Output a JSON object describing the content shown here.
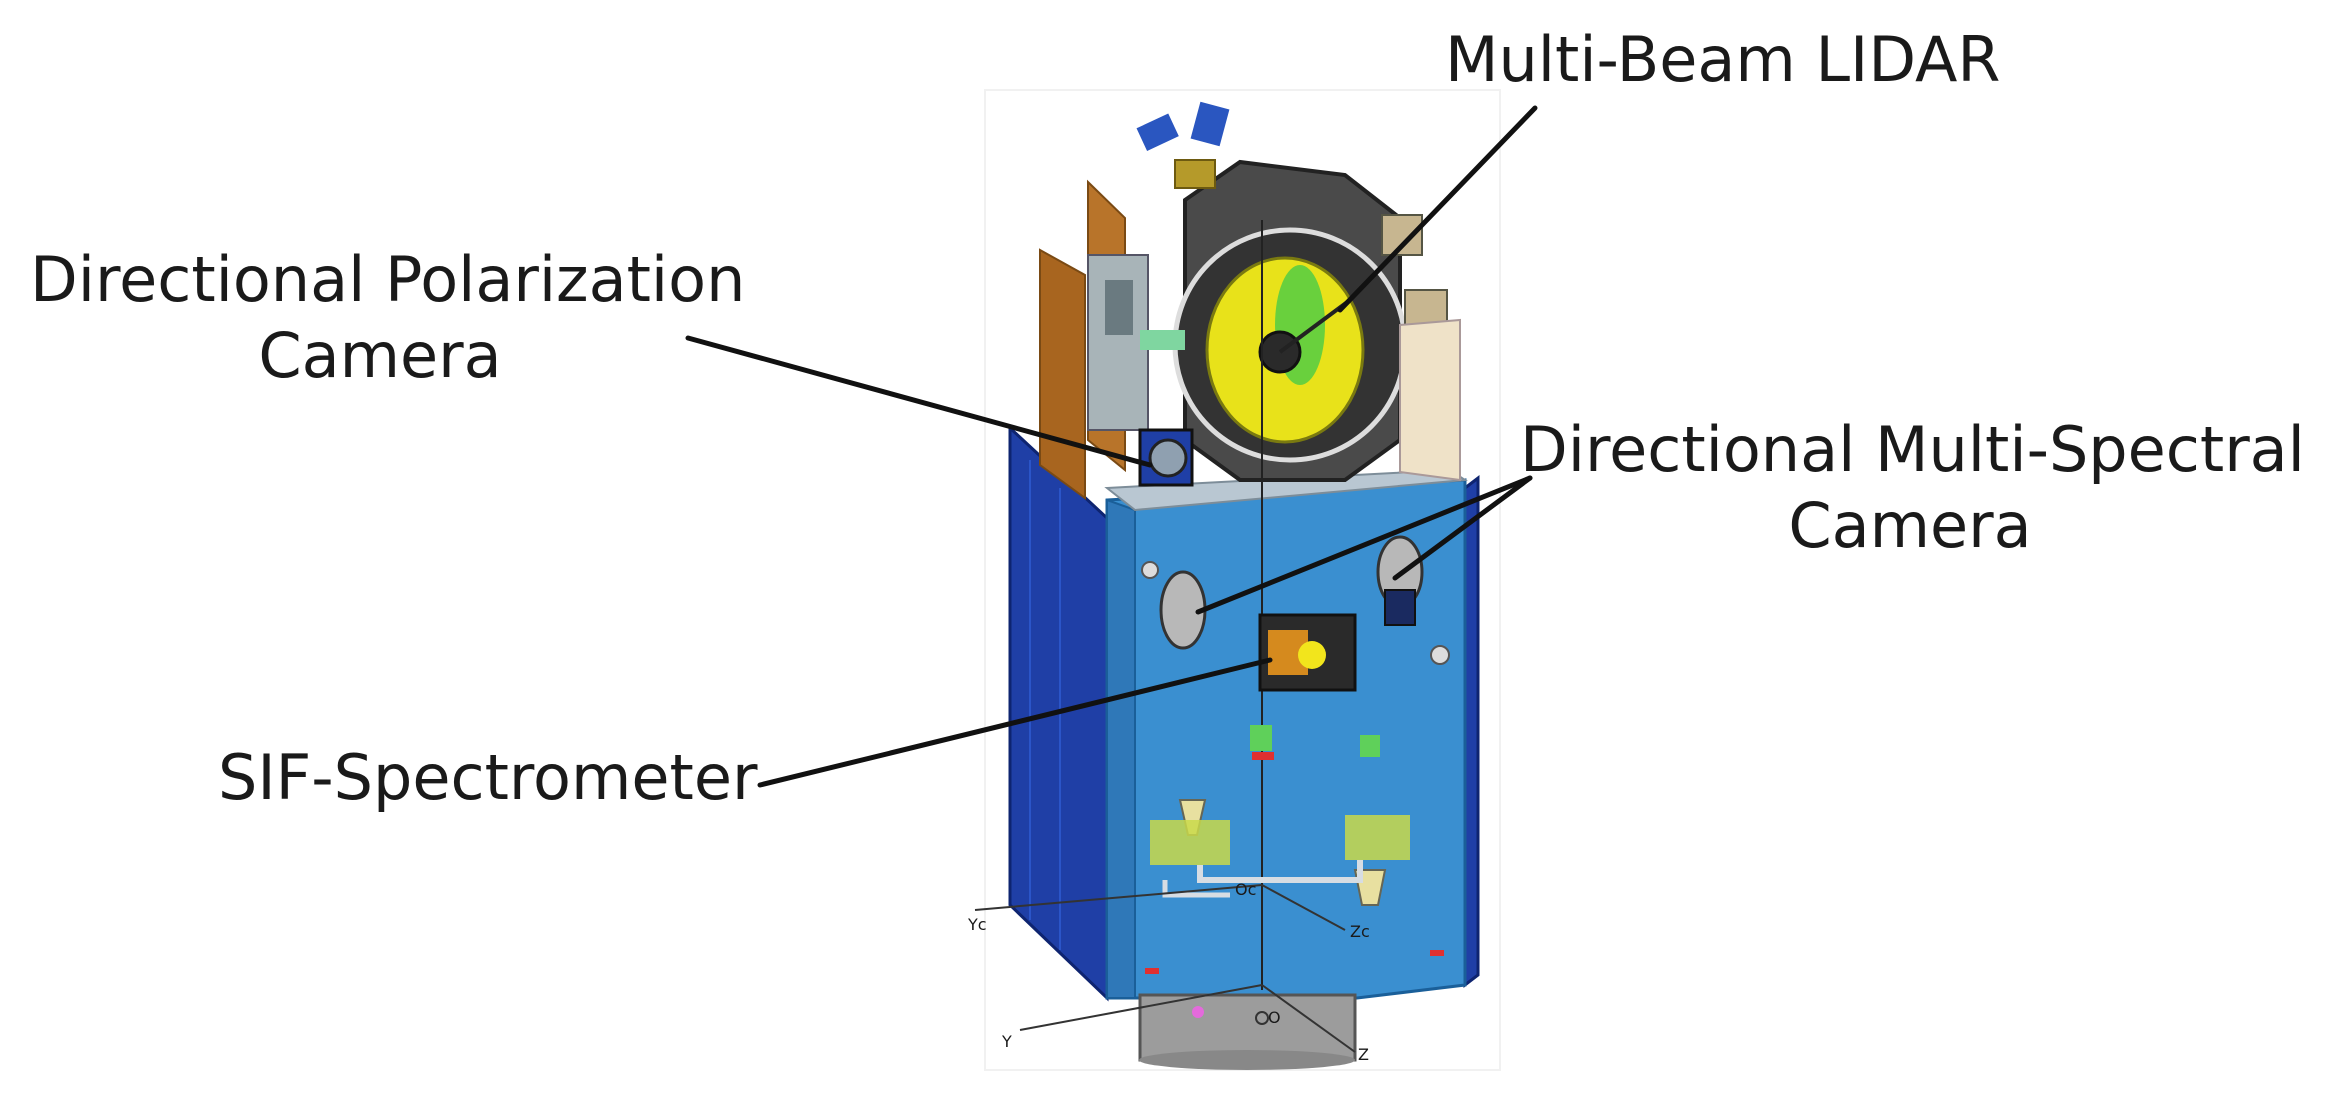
{
  "labels": {
    "lidar": "Multi-Beam LIDAR",
    "polarization_line1": "Directional Polarization",
    "polarization_line2": "Camera",
    "multispectral_line1": "Directional Multi-Spectral",
    "multispectral_line2": "Camera",
    "sif": "SIF-Spectrometer"
  },
  "axes": {
    "upper": {
      "y": "Yc",
      "origin": "Oc",
      "z": "Zc"
    },
    "lower": {
      "y": "Y",
      "origin": "O",
      "z": "Z"
    }
  },
  "colors": {
    "panel_blue": "#3a8fd0",
    "solar_blue": "#1f3fa6",
    "housing_gray": "#4a4a4a",
    "mirror_yellow": "#e8e21a",
    "copper": "#b8742a",
    "leader_line": "#111111"
  }
}
